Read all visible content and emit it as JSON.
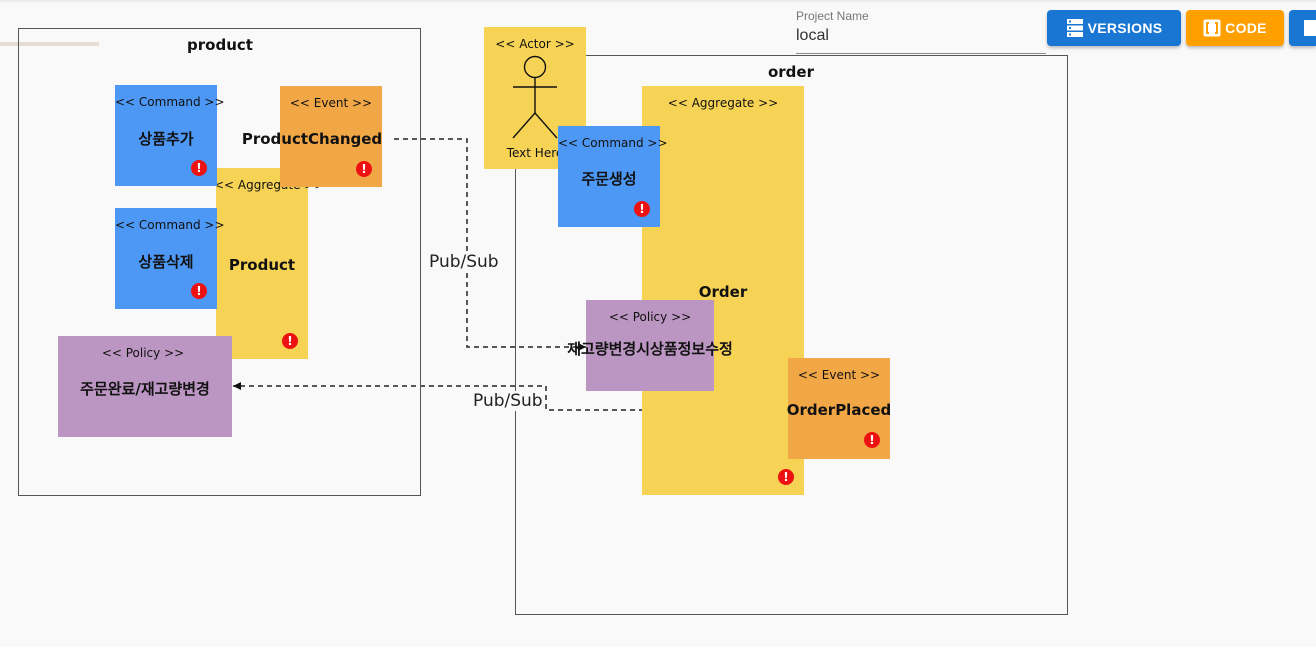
{
  "header": {
    "project_name_label": "Project Name",
    "project_name_value": "local",
    "buttons": [
      {
        "label": "VERSIONS",
        "color": "#1976d2",
        "icon": "server-icon"
      },
      {
        "label": "CODE",
        "color": "#ffa000",
        "icon": "code-bracket-icon"
      },
      {
        "label": "",
        "color": "#1976d2",
        "icon": "square-icon"
      }
    ]
  },
  "bounded_contexts": {
    "product": {
      "label": "product"
    },
    "order": {
      "label": "order"
    }
  },
  "stickies": {
    "cmd_add": {
      "stereotype": "<< Command >>",
      "name": "상품추가"
    },
    "cmd_delete": {
      "stereotype": "<< Command >>",
      "name": "상품삭제"
    },
    "evt_product_changed": {
      "stereotype": "<< Event >>",
      "name": "ProductChanged"
    },
    "agg_product": {
      "stereotype": "<< Aggregate >>",
      "name": "Product"
    },
    "pol_order_done": {
      "stereotype": "<< Policy >>",
      "name": "주문완료/재고량변경"
    },
    "actor": {
      "stereotype": "<< Actor >>",
      "name": "Text Here"
    },
    "agg_order": {
      "stereotype": "<< Aggregate >>",
      "name": "Order"
    },
    "cmd_create_order": {
      "stereotype": "<< Command >>",
      "name": "주문생성"
    },
    "pol_stock_update": {
      "stereotype": "<< Policy >>",
      "name": "재고량변경시상품정보수정"
    },
    "evt_order_placed": {
      "stereotype": "<< Event >>",
      "name": "OrderPlaced"
    }
  },
  "relations": {
    "pubsub_1": "Pub/Sub",
    "pubsub_2": "Pub/Sub"
  },
  "colors": {
    "command": "#4e98f5",
    "event": "#f2a747",
    "aggregate": "#f7d355",
    "policy": "#bc96c2",
    "error": "#ee1111"
  }
}
